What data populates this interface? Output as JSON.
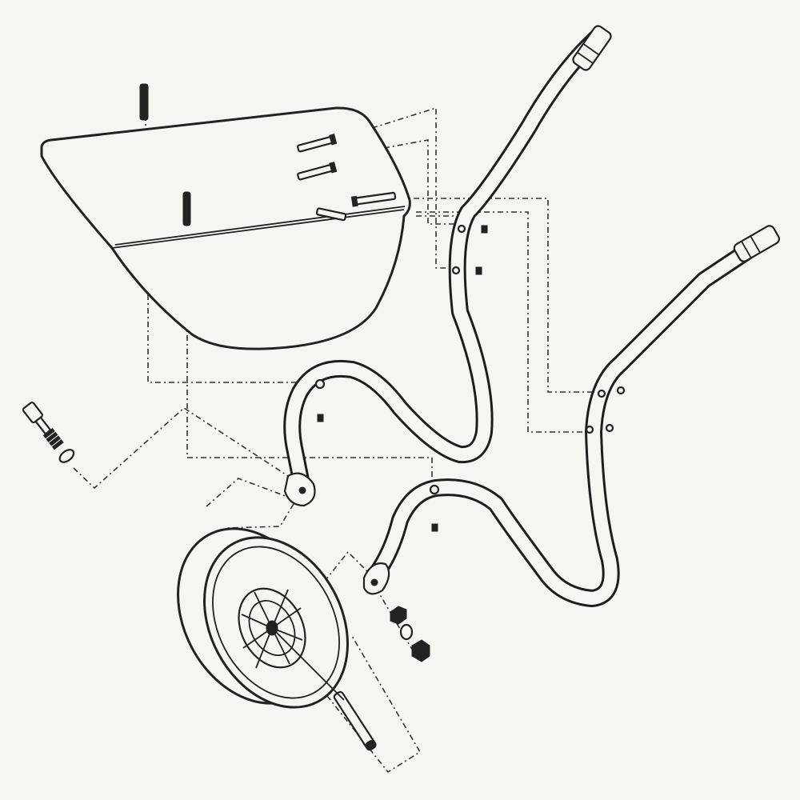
{
  "diagram": {
    "kind": "exploded-parts",
    "subject_icon": "wheelbarrow-icon",
    "colors": {
      "background": "#f5f5f2",
      "line": "#222222"
    },
    "parts": [
      {
        "id": "tray",
        "icon": "wheelbarrow-tray-icon"
      },
      {
        "id": "left-handle",
        "icon": "handle-frame-icon"
      },
      {
        "id": "right-handle",
        "icon": "handle-frame-icon"
      },
      {
        "id": "front-stay",
        "icon": "stay-bracket-icon"
      },
      {
        "id": "rear-stay",
        "icon": "stay-bracket-icon"
      },
      {
        "id": "wheel",
        "icon": "wheel-icon"
      },
      {
        "id": "axle",
        "icon": "axle-icon"
      },
      {
        "id": "bolt-spring-assembly",
        "icon": "bolt-spring-icon"
      },
      {
        "id": "bolts-and-nuts",
        "icon": "bolt-icon"
      },
      {
        "id": "washers-and-nut",
        "icon": "washer-nut-icon"
      }
    ]
  }
}
